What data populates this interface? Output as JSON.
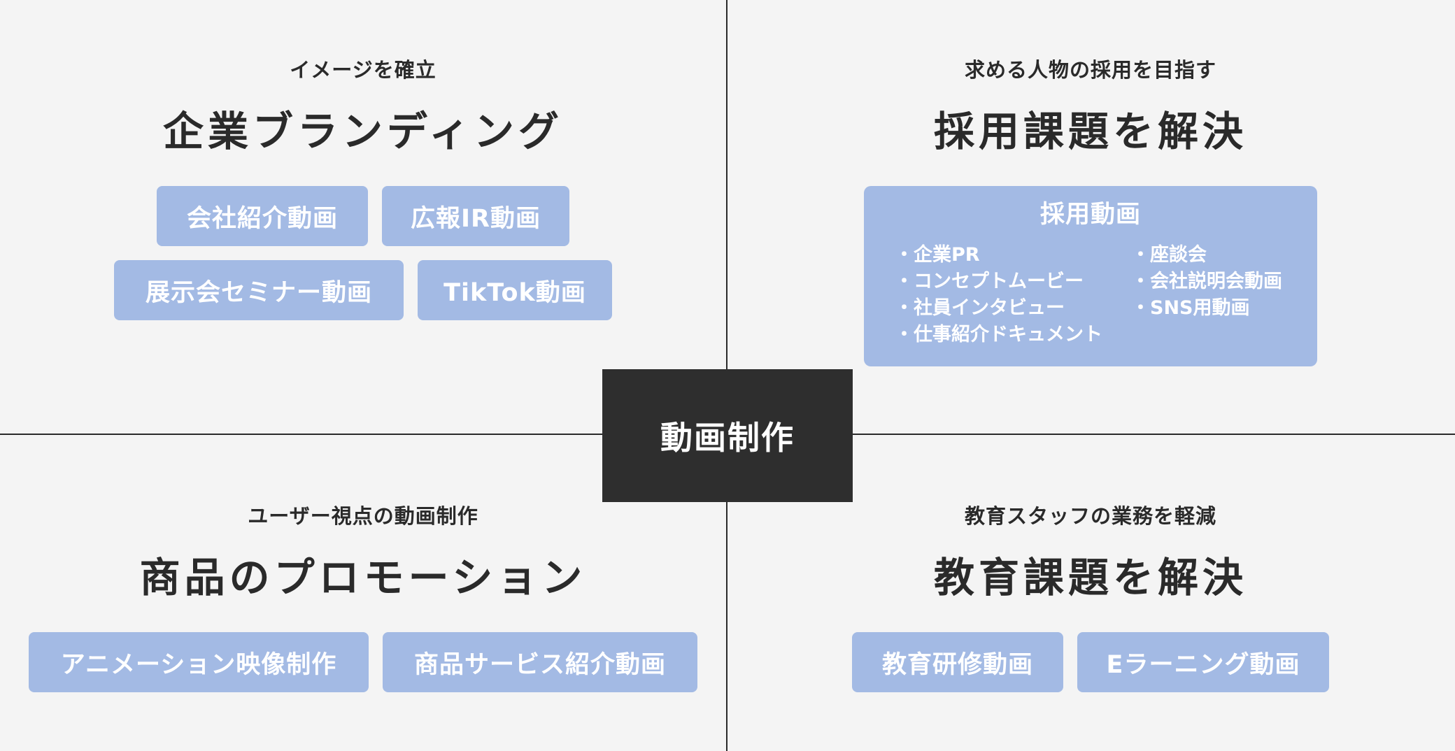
{
  "center": "動画制作",
  "quadrants": {
    "top_left": {
      "subtitle": "イメージを確立",
      "title": "企業ブランディング",
      "rows": [
        [
          "会社紹介動画",
          "広報IR動画"
        ],
        [
          "展示会セミナー動画",
          "TikTok動画"
        ]
      ]
    },
    "top_right": {
      "subtitle": "求める人物の採用を目指す",
      "title": "採用課題を解決",
      "box_title": "採用動画",
      "col1": [
        "企業PR",
        "コンセプトムービー",
        "社員インタビュー",
        "仕事紹介ドキュメント"
      ],
      "col2": [
        "座談会",
        "会社説明会動画",
        "SNS用動画"
      ]
    },
    "bottom_left": {
      "subtitle": "ユーザー視点の動画制作",
      "title": "商品のプロモーション",
      "rows": [
        [
          "アニメーション映像制作",
          "商品サービス紹介動画"
        ]
      ]
    },
    "bottom_right": {
      "subtitle": "教育スタッフの業務を軽減",
      "title": "教育課題を解決",
      "rows": [
        [
          "教育研修動画",
          "Eラーニング動画"
        ]
      ]
    }
  },
  "colors": {
    "tag_bg": "#a3bae4",
    "center_bg": "#2e2e2e",
    "background": "#f4f4f4"
  }
}
